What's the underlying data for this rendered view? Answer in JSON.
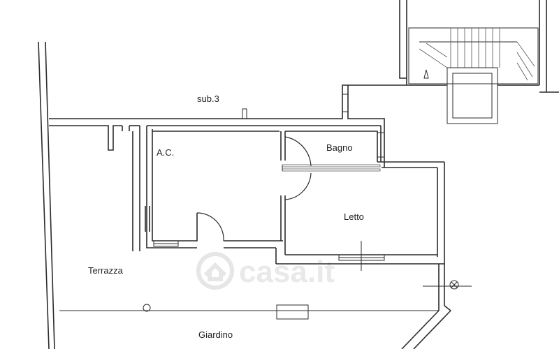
{
  "plan": {
    "rooms": {
      "sub3": "sub.3",
      "ac": "A.C.",
      "bagno": "Bagno",
      "letto": "Letto",
      "terrazza": "Terrazza",
      "giardino": "Giardino"
    },
    "watermark": {
      "text": "casa.it"
    }
  }
}
